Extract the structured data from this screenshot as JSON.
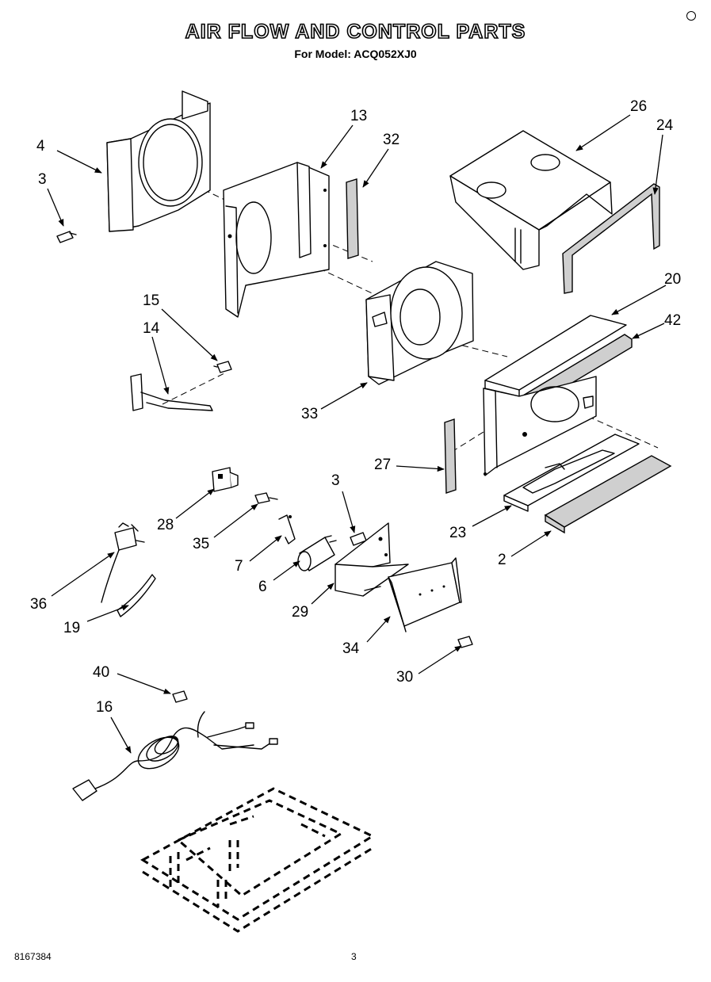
{
  "header": {
    "title": "AIR FLOW AND CONTROL PARTS",
    "subtitle": "For Model: ACQ052XJ0"
  },
  "footer": {
    "part_number": "8167384",
    "page": "3"
  },
  "callouts": [
    {
      "key": "c4",
      "label": "4"
    },
    {
      "key": "c3a",
      "label": "3"
    },
    {
      "key": "c13",
      "label": "13"
    },
    {
      "key": "c32",
      "label": "32"
    },
    {
      "key": "c26",
      "label": "26"
    },
    {
      "key": "c24",
      "label": "24"
    },
    {
      "key": "c20",
      "label": "20"
    },
    {
      "key": "c42",
      "label": "42"
    },
    {
      "key": "c15",
      "label": "15"
    },
    {
      "key": "c14",
      "label": "14"
    },
    {
      "key": "c33",
      "label": "33"
    },
    {
      "key": "c27",
      "label": "27"
    },
    {
      "key": "c23",
      "label": "23"
    },
    {
      "key": "c2",
      "label": "2"
    },
    {
      "key": "c28",
      "label": "28"
    },
    {
      "key": "c35",
      "label": "35"
    },
    {
      "key": "c3b",
      "label": "3"
    },
    {
      "key": "c7",
      "label": "7"
    },
    {
      "key": "c6",
      "label": "6"
    },
    {
      "key": "c29",
      "label": "29"
    },
    {
      "key": "c34",
      "label": "34"
    },
    {
      "key": "c30",
      "label": "30"
    },
    {
      "key": "c36",
      "label": "36"
    },
    {
      "key": "c19",
      "label": "19"
    },
    {
      "key": "c40",
      "label": "40"
    },
    {
      "key": "c16",
      "label": "16"
    }
  ]
}
